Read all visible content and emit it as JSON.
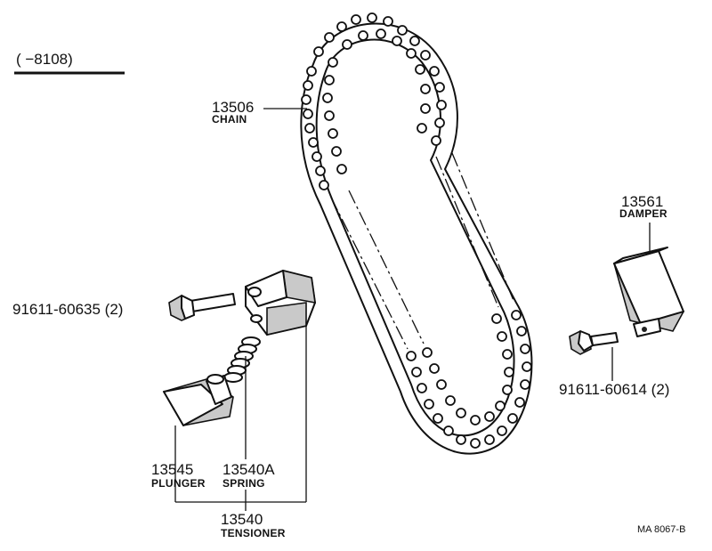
{
  "range_label": "(      −8108)",
  "footer_code": "MA  8067-B",
  "parts": {
    "chain": {
      "number": "13506",
      "name": "CHAIN"
    },
    "damper": {
      "number": "13561",
      "name": "DAMPER"
    },
    "bolt_damper": {
      "number": "91611-60614 (2)"
    },
    "bolt_tensioner": {
      "number": "91611-60635 (2)"
    },
    "plunger": {
      "number": "13545",
      "name": "PLUNGER"
    },
    "spring": {
      "number": "13540A",
      "name": "SPRING"
    },
    "tensioner": {
      "number": "13540",
      "name": "TENSIONER"
    }
  }
}
